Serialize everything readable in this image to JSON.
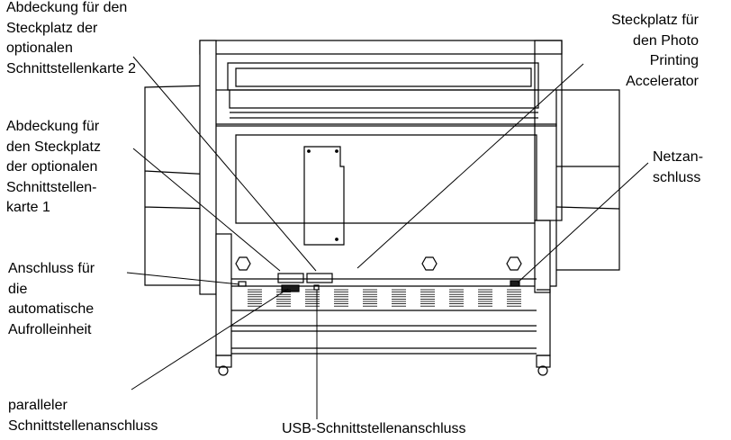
{
  "callouts": {
    "cover_slot_2": "Abdeckung für den\nSteckplatz der\noptionalen\nSchnittstellenkarte 2",
    "cover_slot_1": "Abdeckung für\nden Steckplatz\nder optionalen\nSchnittstellen-\nkarte 1",
    "auto_takeup_connector": "Anschluss für\ndie\nautomatische\nAufrolleinheit",
    "parallel_connector": "paralleler\nSchnittstellenanschluss",
    "usb_connector": "USB-Schnittstellenanschluss",
    "accelerator_slot": "Steckplatz für\nden Photo\nPrinting\nAccelerator",
    "power_inlet": "Netzan-\nschluss"
  },
  "colors": {
    "line": "#000000",
    "panel_fill": "#e6e6e6",
    "dark_fill": "#1a1a1a",
    "background": "#ffffff"
  }
}
